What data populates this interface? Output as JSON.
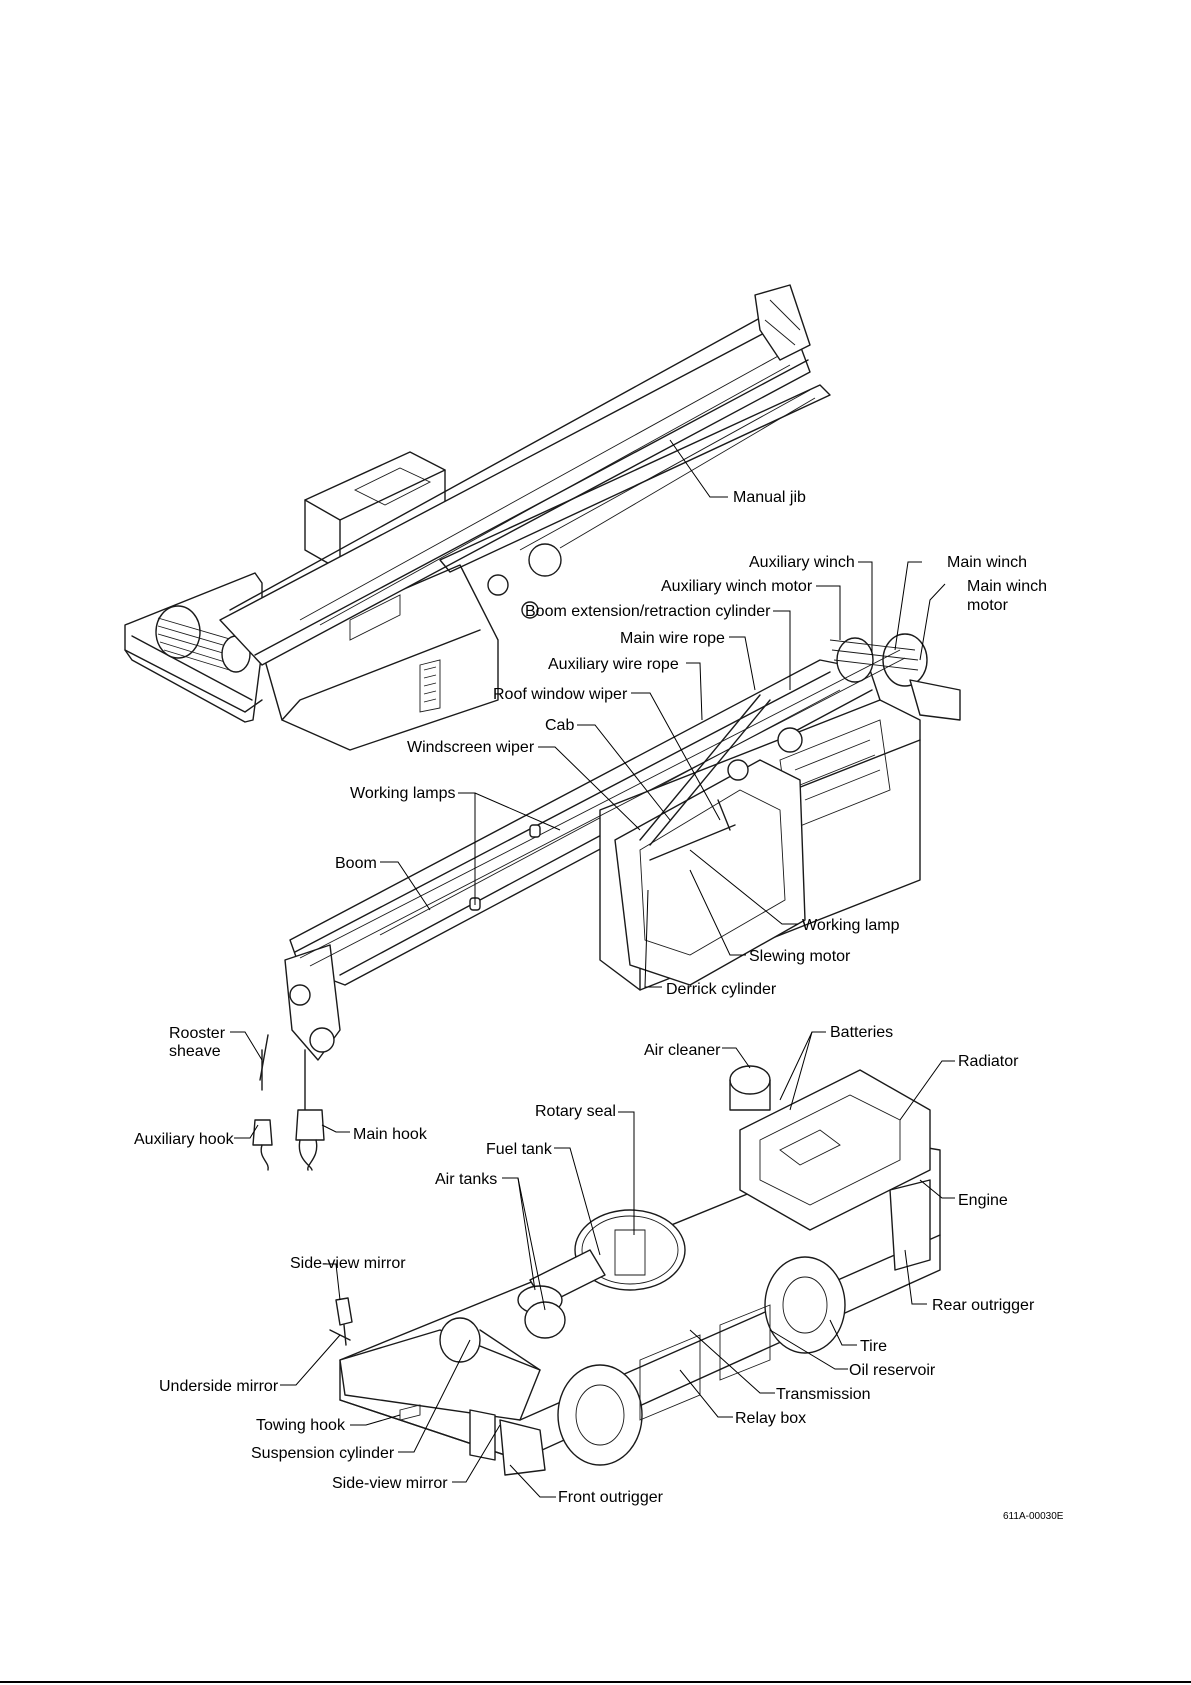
{
  "drawing_code": "611A-00030E",
  "labels": {
    "manual_jib": "Manual jib",
    "auxiliary_winch": "Auxiliary winch",
    "main_winch": "Main winch",
    "auxiliary_winch_motor": "Auxiliary winch motor",
    "main_winch_motor_1": "Main winch",
    "main_winch_motor_2": "motor",
    "boom_extension_cylinder": "Boom extension/retraction cylinder",
    "main_wire_rope": "Main wire rope",
    "auxiliary_wire_rope": "Auxiliary wire rope",
    "roof_window_wiper": "Roof window wiper",
    "cab": "Cab",
    "windscreen_wiper": "Windscreen wiper",
    "working_lamps": "Working lamps",
    "boom": "Boom",
    "working_lamp": "Working lamp",
    "slewing_motor": "Slewing motor",
    "derrick_cylinder": "Derrick cylinder",
    "rooster_sheave_1": "Rooster",
    "rooster_sheave_2": "sheave",
    "auxiliary_hook": "Auxiliary hook",
    "main_hook": "Main hook",
    "batteries": "Batteries",
    "air_cleaner": "Air cleaner",
    "radiator": "Radiator",
    "rotary_seal": "Rotary seal",
    "fuel_tank": "Fuel tank",
    "air_tanks": "Air tanks",
    "engine": "Engine",
    "side_view_mirror_top": "Side-view mirror",
    "rear_outrigger": "Rear outrigger",
    "tire": "Tire",
    "oil_reservoir": "Oil reservoir",
    "underside_mirror": "Underside mirror",
    "transmission": "Transmission",
    "towing_hook": "Towing hook",
    "relay_box": "Relay box",
    "suspension_cylinder": "Suspension cylinder",
    "side_view_mirror_bottom": "Side-view mirror",
    "front_outrigger": "Front outrigger"
  }
}
